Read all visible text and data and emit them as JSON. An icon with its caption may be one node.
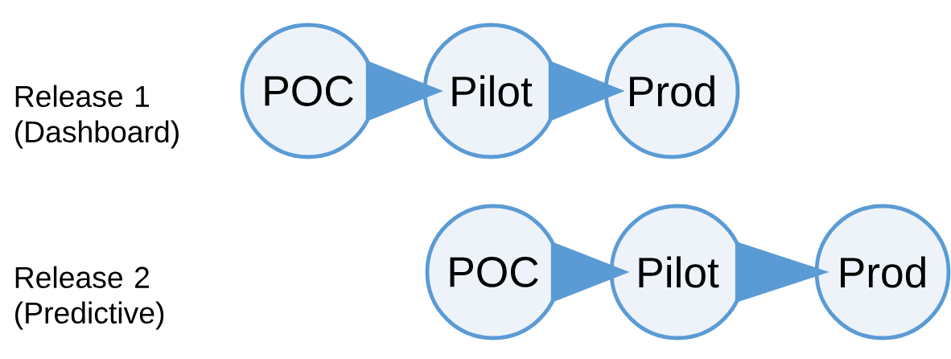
{
  "diagram": {
    "nodes": [
      {
        "text": [
          "POC"
        ]
      },
      {
        "text": [
          "Pilot"
        ]
      },
      {
        "text": [
          "Prod"
        ]
      },
      {
        "text": [
          "POC"
        ]
      },
      {
        "text": [
          "Pilot"
        ]
      },
      {
        "text": [
          "Prod"
        ]
      }
    ],
    "edges": [
      {
        "from": 0,
        "to": 1,
        "arrow": "to"
      },
      {
        "from": 1,
        "to": 2,
        "arrow": "to"
      },
      {
        "from": 3,
        "to": 4,
        "arrow": "to"
      },
      {
        "from": 4,
        "to": 5,
        "arrow": "to"
      }
    ],
    "labels": [
      "Release 1 (Dashboard)",
      "Release 2 (Predictive)"
    ]
  }
}
